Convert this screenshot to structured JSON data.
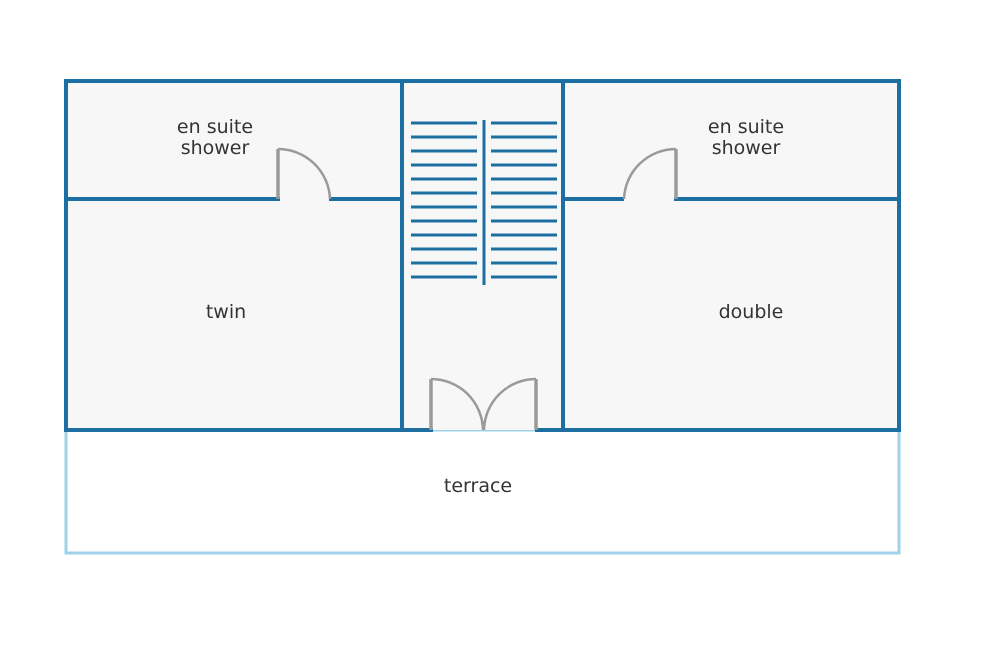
{
  "rooms": {
    "ensuite_left": {
      "line1": "en suite",
      "line2": "shower"
    },
    "ensuite_right": {
      "line1": "en suite",
      "line2": "shower"
    },
    "twin": "twin",
    "double": "double",
    "terrace": "terrace"
  },
  "colors": {
    "wall": "#1c6fa0",
    "floor": "#f7f7f7",
    "terrace_outline": "#9fd1ea",
    "door": "#9a9a9a",
    "text": "#333333"
  }
}
